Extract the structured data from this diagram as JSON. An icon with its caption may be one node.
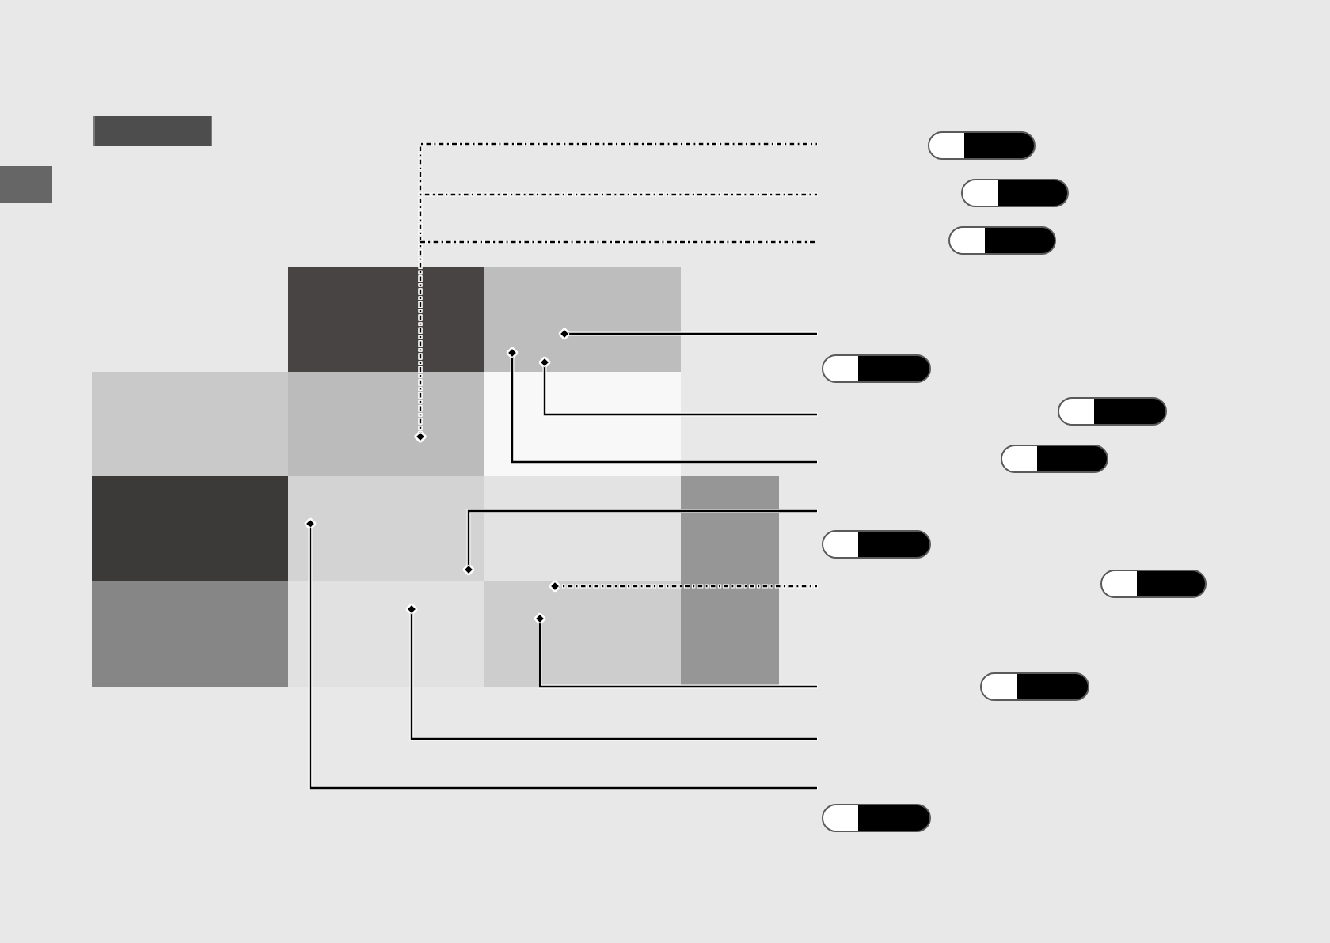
{
  "diagram": {
    "nodes": [
      {
        "text": [],
        "shape": "box"
      },
      {
        "text": [],
        "shape": "box"
      },
      {
        "text": [],
        "shape": "box"
      },
      {
        "text": [],
        "shape": "box"
      },
      {
        "text": [],
        "shape": "box"
      },
      {
        "text": [],
        "shape": "box"
      },
      {
        "text": [],
        "shape": "box"
      },
      {
        "text": [],
        "shape": "box"
      },
      {
        "text": [],
        "shape": "box"
      },
      {
        "text": [],
        "shape": "box"
      },
      {
        "text": [],
        "shape": "box"
      },
      {
        "text": [],
        "shape": "box"
      }
    ],
    "edges": [
      {
        "from": null,
        "to": 3,
        "arrow": "other",
        "style": "dashed"
      },
      {
        "from": null,
        "to": 3,
        "arrow": "other",
        "style": "dashed"
      },
      {
        "from": null,
        "to": 3,
        "arrow": "other",
        "style": "dashed"
      },
      {
        "from": null,
        "to": 1,
        "arrow": "other"
      },
      {
        "from": null,
        "to": 1,
        "arrow": "other"
      },
      {
        "from": null,
        "to": 1,
        "arrow": "other"
      },
      {
        "from": null,
        "to": 6,
        "arrow": "other"
      },
      {
        "from": null,
        "to": 11,
        "arrow": "other",
        "style": "dashed"
      },
      {
        "from": null,
        "to": 11,
        "arrow": "other"
      },
      {
        "from": null,
        "to": 10,
        "arrow": "other"
      },
      {
        "from": null,
        "to": 6,
        "arrow": "other"
      }
    ]
  }
}
